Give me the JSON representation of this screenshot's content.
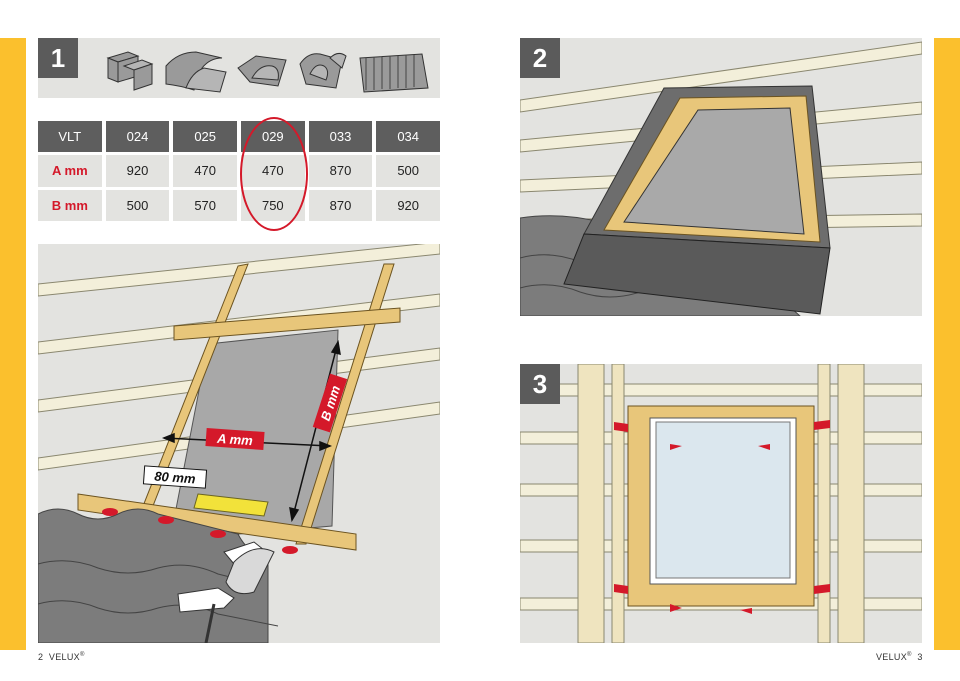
{
  "step1": {
    "number": "1",
    "tile_icons": [
      "flat-tile-icon",
      "pantile-icon",
      "roman-tile-icon",
      "double-roman-tile-icon",
      "corrugated-sheet-icon"
    ],
    "table": {
      "header": [
        "VLT",
        "024",
        "025",
        "029",
        "033",
        "034"
      ],
      "rows": [
        {
          "label": "A mm",
          "values": [
            "920",
            "470",
            "470",
            "870",
            "500"
          ]
        },
        {
          "label": "B mm",
          "values": [
            "500",
            "570",
            "750",
            "870",
            "920"
          ]
        }
      ],
      "highlighted_column": "029"
    },
    "diagram": {
      "a_label": "A mm",
      "b_label": "B mm",
      "offset_label": "80 mm"
    }
  },
  "step2": {
    "number": "2"
  },
  "step3": {
    "number": "3"
  },
  "footer": {
    "left_page": "2",
    "brand": "VELUX",
    "trademark": "®",
    "right_page": "3"
  },
  "colors": {
    "accent_yellow": "#fbc02d",
    "label_red": "#d4192a",
    "header_gray": "#5e5e5e",
    "panel_bg": "#e3e3e0"
  }
}
